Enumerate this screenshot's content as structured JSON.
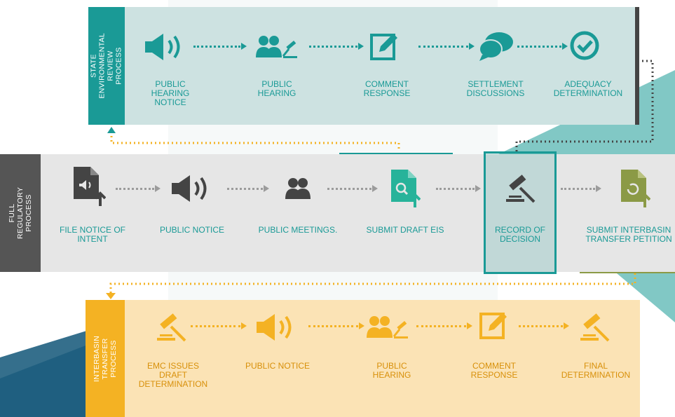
{
  "colors": {
    "teal": "#1a9a96",
    "teal_light": "#cde2e1",
    "gray_band": "#e6e6e6",
    "gray_label": "#555555",
    "gray_icon": "#444444",
    "gray_arrow": "#9b9b9b",
    "orange": "#f4b223",
    "orange_light": "#fbe3b5",
    "green_icon": "#27b39a",
    "olive": "#8b9a46",
    "navy": "#1f5f80"
  },
  "state_review": {
    "label": "STATE ENVIRONMENTAL REVIEW PROCESS",
    "steps": [
      {
        "label": "PUBLIC HEARING NOTICE",
        "icon": "megaphone-icon"
      },
      {
        "label": "PUBLIC HEARING",
        "icon": "people-gavel-icon"
      },
      {
        "label": "COMMENT RESPONSE",
        "icon": "edit-document-icon"
      },
      {
        "label": "SETTLEMENT DISCUSSIONS",
        "icon": "speech-bubbles-icon"
      },
      {
        "label": "ADEQUACY DETERMINATION",
        "icon": "checkmark-circle-icon"
      }
    ]
  },
  "full_regulatory": {
    "label": "FULL REGULATORY PROCESS",
    "steps": [
      {
        "label": "FILE NOTICE OF INTENT",
        "icon": "file-upload-icon"
      },
      {
        "label": "PUBLIC NOTICE",
        "icon": "megaphone-icon"
      },
      {
        "label": "PUBLIC MEETINGS.",
        "icon": "people-icon"
      },
      {
        "label": "SUBMIT DRAFT EIS",
        "icon": "file-search-upload-icon"
      },
      {
        "label": "RECORD OF DECISION",
        "icon": "gavel-icon"
      },
      {
        "label": "SUBMIT INTERBASIN TRANSFER PETITION",
        "icon": "file-refresh-upload-icon"
      }
    ]
  },
  "interbasin": {
    "label": "INTERBASIN TRANSFER PROCESS",
    "steps": [
      {
        "label": "EMC ISSUES DRAFT DETERMINATION",
        "icon": "gavel-icon"
      },
      {
        "label": "PUBLIC NOTICE",
        "icon": "megaphone-icon"
      },
      {
        "label": "PUBLIC HEARING",
        "icon": "people-gavel-icon"
      },
      {
        "label": "COMMENT RESPONSE",
        "icon": "edit-document-icon"
      },
      {
        "label": "FINAL DETERMINATION",
        "icon": "gavel-icon"
      }
    ]
  }
}
